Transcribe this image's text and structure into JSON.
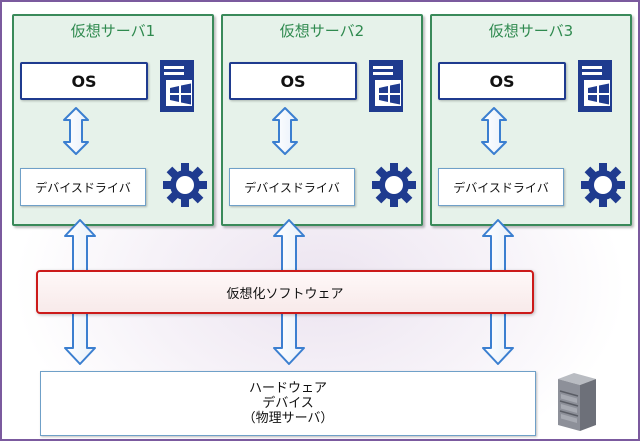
{
  "servers": [
    {
      "title": "仮想サーバ1",
      "os": "OS",
      "driver": "デバイスドライバ"
    },
    {
      "title": "仮想サーバ2",
      "os": "OS",
      "driver": "デバイスドライバ"
    },
    {
      "title": "仮想サーバ3",
      "os": "OS",
      "driver": "デバイスドライバ"
    }
  ],
  "software": {
    "label": "仮想化ソフトウェア"
  },
  "hardware": {
    "line1": "ハードウェア",
    "line2": "デバイス",
    "line3": "（物理サーバ）"
  },
  "icons": {
    "server": "windows-server-icon",
    "gear": "gear-icon",
    "physical": "physical-server-icon"
  },
  "colors": {
    "server_border": "#3a8a5a",
    "server_fill": "#e6f2ea",
    "title_text": "#2f8a4f",
    "os_border": "#1f3b8f",
    "software_border": "#cc1a1a",
    "arrow": "#3b7fd0",
    "icon": "#1f3b8f"
  }
}
